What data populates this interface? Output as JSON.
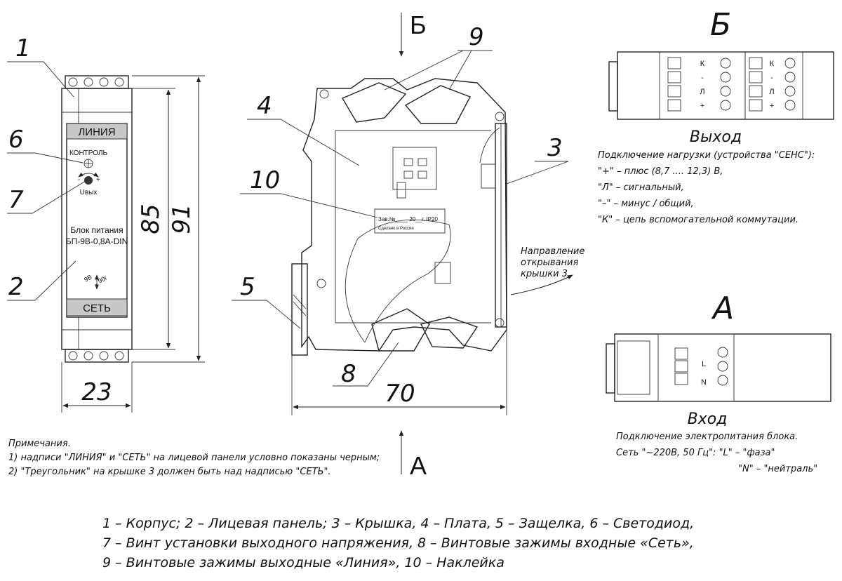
{
  "views": {
    "front": {
      "label_top": "ЛИНИЯ",
      "label_bottom": "СЕТЬ",
      "control_label": "КОНТРОЛЬ",
      "voltage_label": "Uвых",
      "title_line1": "Блок питания",
      "title_line2": "БП-9В-0,8А-DIN",
      "arrow_a": "9В",
      "arrow_b": "90г"
    },
    "side": {
      "sticker_line1": "Зав.№____ 20__г. IP20",
      "sticker_line2": "Сделано в России",
      "note_direction": [
        "Направление",
        "открывания",
        "крышки 3"
      ]
    }
  },
  "callouts": [
    "1",
    "2",
    "3",
    "4",
    "5",
    "6",
    "7",
    "8",
    "9",
    "10"
  ],
  "dimensions": {
    "height_inner": "85",
    "height_outer": "91",
    "width_front": "23",
    "width_side": "70"
  },
  "view_letters": {
    "b_arrow": "Б",
    "b_title": "Б",
    "a_arrow": "А",
    "a_title": "А"
  },
  "output": {
    "title": "Выход",
    "terminal_labels": [
      "К",
      "-",
      "Л",
      "+"
    ],
    "lines": [
      "Подключение нагрузки (устройства \"СЕНС\"):",
      "\"+\" – плюс (8,7 .... 12,3) В,",
      "\"Л\" – сигнальный,",
      "\"–\" – минус / общий,",
      "\"К\" – цепь вспомогательной коммутации."
    ]
  },
  "input": {
    "title": "Вход",
    "terminal_labels": [
      "L",
      "N"
    ],
    "lines": [
      "Подключение электропитания блока.",
      "Сеть \"~220В, 50 Гц\": \"L\" – \"фаза\"",
      "\"N\" – \"нейтраль\""
    ]
  },
  "notes": [
    "Примечания.",
    "1) надписи \"ЛИНИЯ\" и \"СЕТЬ\" на лицевой панели условно показаны черным;",
    "2) \"Треугольник\" на крышке 3 должен быть над надписью \"СЕТЬ\"."
  ],
  "legend": [
    "1 – Корпус; 2 – Лицевая панель; 3 – Крышка, 4 – Плата, 5 – Защелка, 6 – Светодиод,",
    "7 – Винт установки выходного напряжения, 8 – Винтовые зажимы входные «Сеть»,",
    "9 – Винтовые зажимы выходные «Линия», 10 – Наклейка"
  ]
}
